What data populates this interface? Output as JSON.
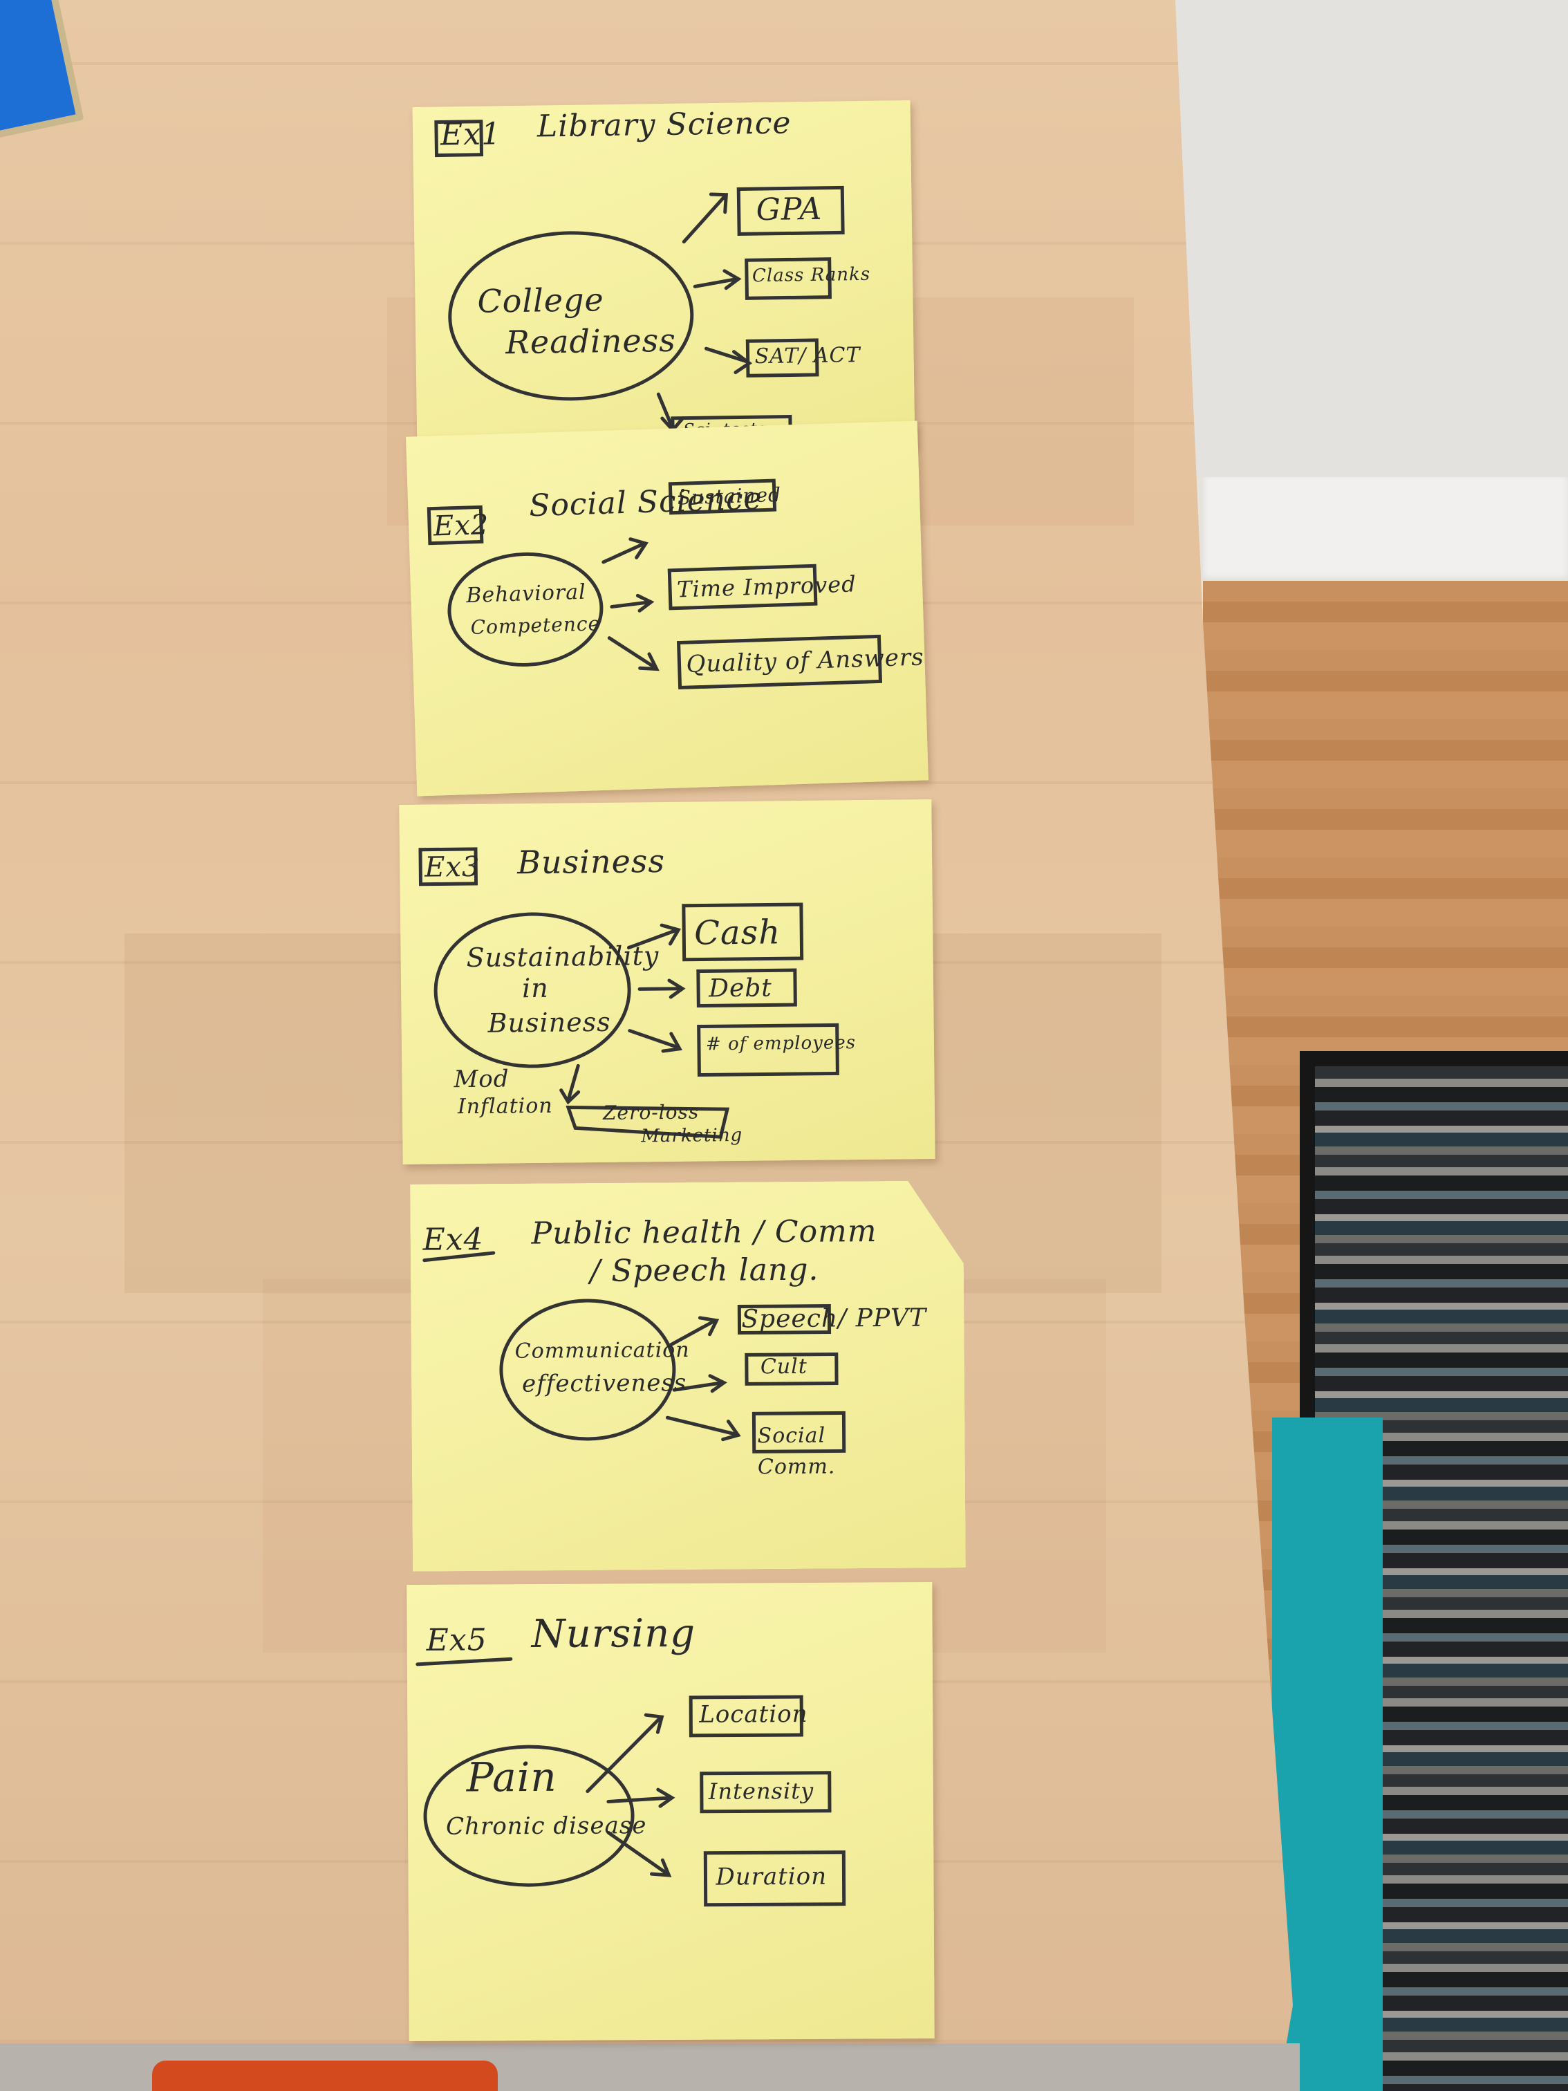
{
  "notes": [
    {
      "id": "Ex1",
      "field": "Library Science",
      "construct": [
        "College",
        "Readiness"
      ],
      "indicators": [
        "GPA",
        "Class Ranks",
        "SAT/ ACT",
        "Sci. tests"
      ]
    },
    {
      "id": "Ex2",
      "field": "Social Science",
      "construct": [
        "Behavioral",
        "Competence"
      ],
      "indicators": [
        "Sustained",
        "Time Improved",
        "Quality of Answers"
      ]
    },
    {
      "id": "Ex3",
      "field": "Business",
      "construct": [
        "Sustainability",
        "in",
        "Business"
      ],
      "indicators": [
        "Cash",
        "Debt",
        "# of employees"
      ],
      "extra": [
        "Mod",
        "Inflation",
        "Zero-loss",
        "Marketing"
      ]
    },
    {
      "id": "Ex4",
      "field": "Public health / Comm / Speech lang.",
      "construct": [
        "Communication",
        "effectiveness"
      ],
      "indicators": [
        "Speech/ PPVT",
        "Cult",
        "Social Comm."
      ]
    },
    {
      "id": "Ex5",
      "field": "Nursing",
      "construct": [
        "Pain",
        "Chronic disease"
      ],
      "indicators": [
        "Location",
        "Intensity",
        "Duration"
      ]
    }
  ]
}
